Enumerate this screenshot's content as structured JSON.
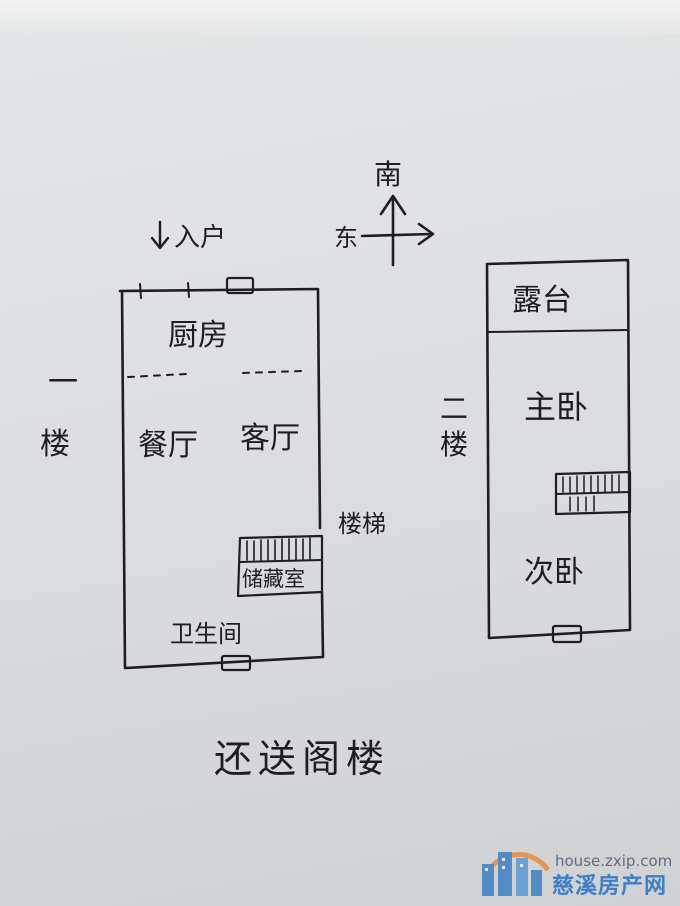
{
  "compass": {
    "north_label": "南",
    "east_label": "东"
  },
  "entrance": {
    "label": "入户"
  },
  "floor1": {
    "floor_label": "一楼",
    "rooms": {
      "kitchen": "厨房",
      "dining": "餐厅",
      "living": "客厅",
      "stairs": "楼梯",
      "storage": "储藏室",
      "bathroom": "卫生间"
    }
  },
  "floor2": {
    "floor_label": "二楼",
    "rooms": {
      "terrace": "露台",
      "master_bedroom": "主卧",
      "second_bedroom": "次卧"
    }
  },
  "caption": "还送阁楼",
  "watermark": {
    "url": "house.zxip.com",
    "name": "慈溪房产网"
  }
}
